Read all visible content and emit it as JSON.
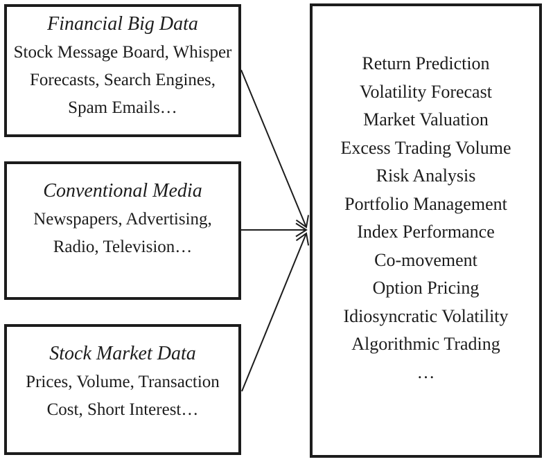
{
  "diagram": {
    "source_boxes": [
      {
        "title": "Financial Big Data",
        "lines": [
          "Stock Message Board, Whisper",
          "Forecasts, Search Engines,",
          "Spam Emails…"
        ]
      },
      {
        "title": "Conventional Media",
        "lines": [
          "Newspapers, Advertising,",
          "Radio, Television…"
        ]
      },
      {
        "title": "Stock Market Data",
        "lines": [
          "Prices, Volume, Transaction",
          "Cost, Short Interest…"
        ]
      }
    ],
    "applications_box": {
      "items": [
        "Return Prediction",
        "Volatility Forecast",
        "Market Valuation",
        "Excess Trading Volume",
        "Risk Analysis",
        "Portfolio Management",
        "Index Performance",
        "Co-movement",
        "Option Pricing",
        "Idiosyncratic Volatility",
        "Algorithmic Trading",
        "…"
      ]
    },
    "colors": {
      "ink": "#1c1c1c",
      "background": "#ffffff"
    }
  }
}
